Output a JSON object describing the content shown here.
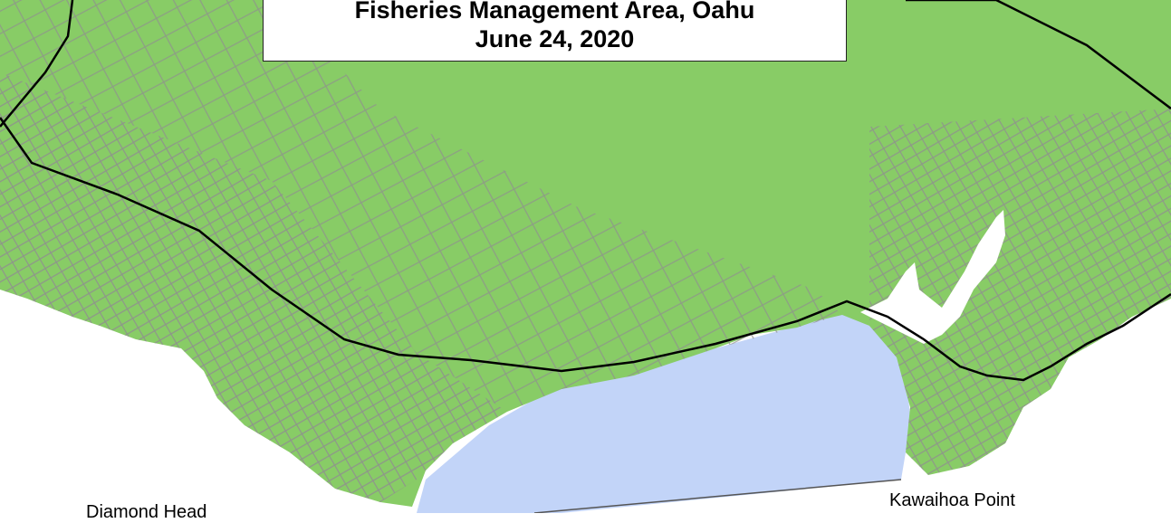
{
  "title": {
    "line1": "Fisheries Management Area, Oahu",
    "line2": "June 24, 2020"
  },
  "places": {
    "diamond_head": "Diamond Head",
    "kawaihoa_point": "Kawaihoa Point"
  },
  "colors": {
    "land": "#88CC66",
    "water": "#C2D4F8",
    "roads": "#8F8F8F",
    "highway": "#000000",
    "background": "#FFFFFF"
  }
}
